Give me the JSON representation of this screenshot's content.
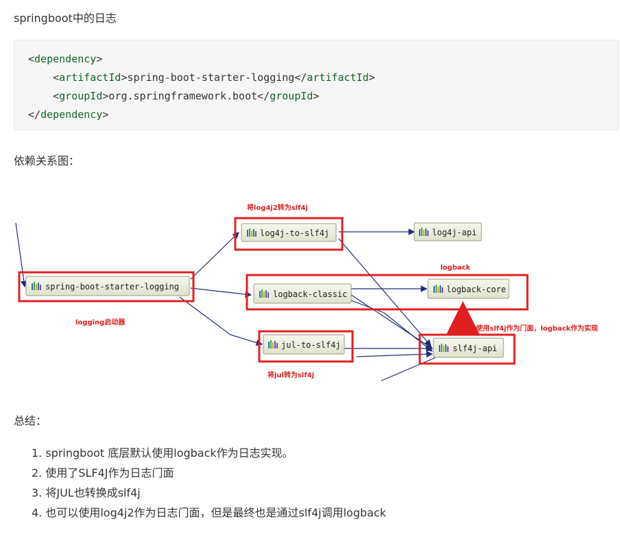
{
  "intro": "springboot中的日志",
  "code": {
    "lines": [
      {
        "indent": "",
        "open": "<",
        "tag": "dependency",
        "close": ">",
        "text": "",
        "end_open": "",
        "end_tag": "",
        "end_close": ""
      },
      {
        "indent": "    ",
        "open": "<",
        "tag": "artifactId",
        "close": ">",
        "text": "spring-boot-starter-logging",
        "end_open": "</",
        "end_tag": "artifactId",
        "end_close": ">"
      },
      {
        "indent": "    ",
        "open": "<",
        "tag": "groupId",
        "close": ">",
        "text": "org.springframework.boot",
        "end_open": "</",
        "end_tag": "groupId",
        "end_close": ">"
      },
      {
        "indent": "",
        "open": "</",
        "tag": "dependency",
        "close": ">",
        "text": "",
        "end_open": "",
        "end_tag": "",
        "end_close": ""
      }
    ]
  },
  "dep_title": "依赖关系图：",
  "diagram": {
    "nodes": {
      "starter": "spring-boot-starter-logging",
      "log4j_to_slf4j": "log4j-to-slf4j",
      "log4j_api": "log4j-api",
      "logback_classic": "logback-classic",
      "logback_core": "logback-core",
      "jul_to_slf4j": "jul-to-slf4j",
      "slf4j_api": "slf4j-api"
    },
    "annotations": {
      "log4j2_bridge": "将log4j2转为slf4j",
      "logback": "logback",
      "starter": "logging启动器",
      "slf4j_facade": "使用slf4j作为门面，logback作为实现",
      "jul_bridge": "将jul转为slf4j"
    },
    "colors": {
      "highlight": "#e02020",
      "arrow": "#1f2a7a",
      "node_fill": "#eceede",
      "node_border": "#9a9a86"
    },
    "icon": "jar-icon"
  },
  "summary_title": "总结：",
  "summary": [
    "1. springboot 底层默认使用logback作为日志实现。",
    "2. 使用了SLF4J作为日志门面",
    "3. 将JUL也转换成slf4j",
    "4. 也可以使用log4j2作为日志门面，但是最终也是通过slf4j调用logback"
  ]
}
